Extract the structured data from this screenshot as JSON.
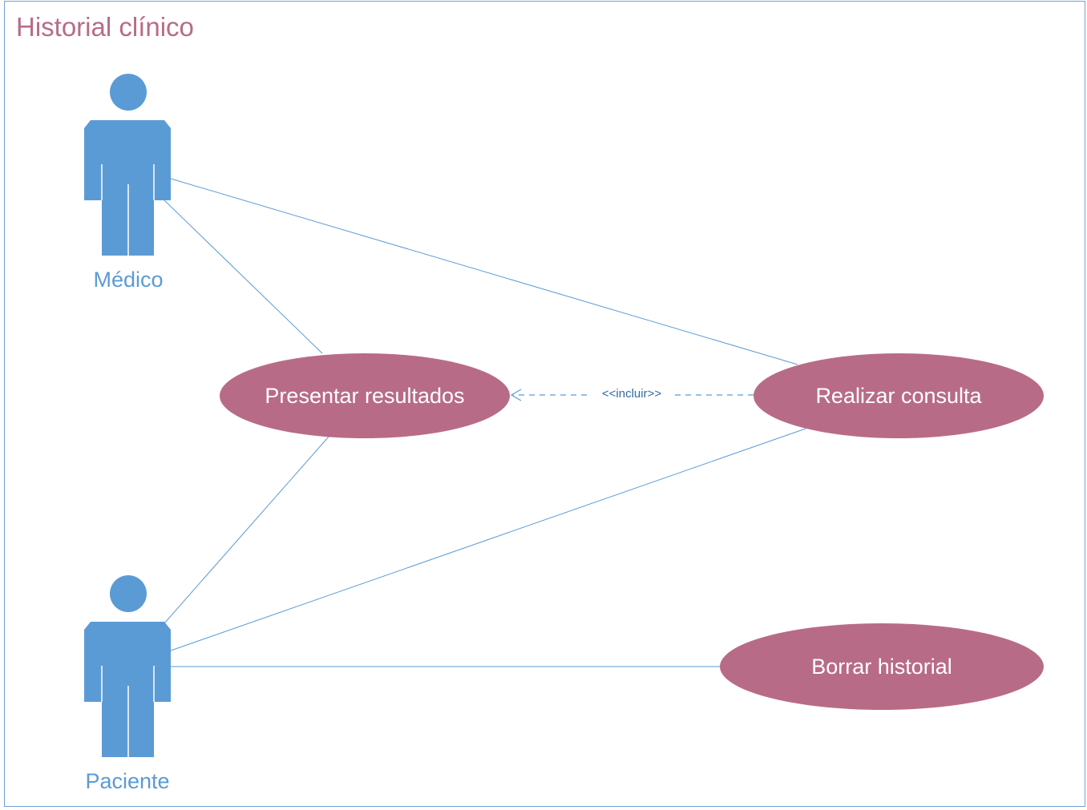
{
  "diagram": {
    "title": "Historial clínico",
    "colors": {
      "frame": "#6fa0d5",
      "title": "#b86b87",
      "actor": "#5b9bd5",
      "usecase": "#b86b87",
      "line": "#5b9bd5",
      "usecase_text": "#ffffff",
      "stereotype_text": "#2f6aa6"
    },
    "actors": {
      "medico": {
        "label": "Médico"
      },
      "paciente": {
        "label": "Paciente"
      }
    },
    "use_cases": {
      "presentar": {
        "label": "Presentar resultados"
      },
      "realizar": {
        "label": "Realizar consulta"
      },
      "borrar": {
        "label": "Borrar historial"
      }
    },
    "relationships": {
      "include": {
        "label": "<<incluir>>"
      }
    }
  }
}
